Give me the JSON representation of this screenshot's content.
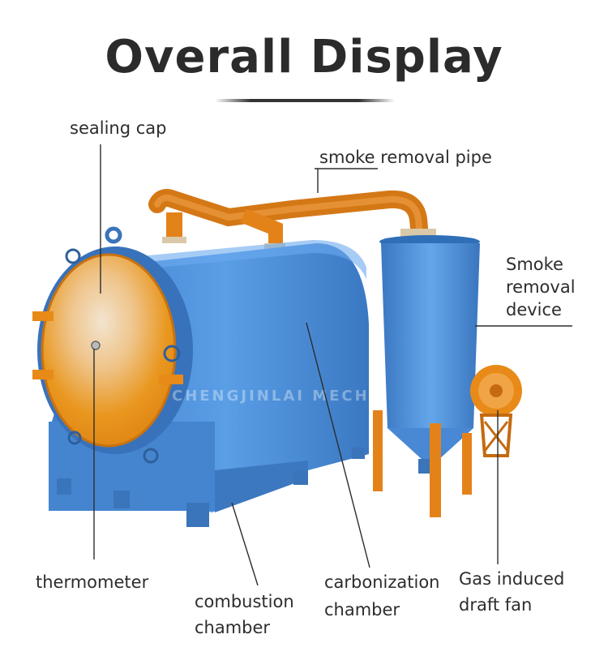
{
  "title": "Overall Display",
  "labels": {
    "sealing_cap": "sealing cap",
    "smoke_pipe": "smoke removal pipe",
    "smoke_device_1": "Smoke",
    "smoke_device_2": "removal",
    "smoke_device_3": "device",
    "thermometer": "thermometer",
    "combustion_1": "combustion",
    "combustion_2": "chamber",
    "carbonization_1": "carbonization",
    "carbonization_2": "chamber",
    "fan_1": "Gas induced",
    "fan_2": "draft fan"
  },
  "watermark": {
    "line1": "CHENGJINLAI MECHANICAL",
    "mark": "®"
  },
  "colors": {
    "body_blue": "#4a8fd8",
    "accent_orange": "#e88a18",
    "text": "#2d2d2d"
  }
}
